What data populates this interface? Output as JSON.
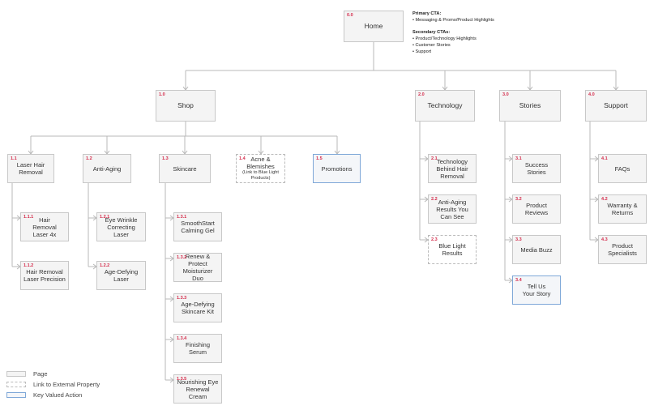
{
  "nodes": {
    "home": {
      "num": "0.0",
      "label": "Home"
    },
    "shop": {
      "num": "1.0",
      "label": "Shop"
    },
    "technology": {
      "num": "2.0",
      "label": "Technology"
    },
    "stories": {
      "num": "3.0",
      "label": "Stories"
    },
    "support": {
      "num": "4.0",
      "label": "Support"
    },
    "n1_1": {
      "num": "1.1",
      "label": "Laser Hair\nRemoval"
    },
    "n1_2": {
      "num": "1.2",
      "label": "Anti-Aging"
    },
    "n1_3": {
      "num": "1.3",
      "label": "Skincare"
    },
    "n1_4": {
      "num": "1.4",
      "label": "Acne &\nBlemishes",
      "sublabel": "(Link to Blue Light\nProducts)"
    },
    "n1_5": {
      "num": "1.5",
      "label": "Promotions"
    },
    "n1_1_1": {
      "num": "1.1.1",
      "label": "Hair\nRemoval\nLaser 4x"
    },
    "n1_1_2": {
      "num": "1.1.2",
      "label": "Hair Removal\nLaser Precision"
    },
    "n1_2_1": {
      "num": "1.2.1",
      "label": "Eye Wrinkle\nCorrecting Laser"
    },
    "n1_2_2": {
      "num": "1.2.2",
      "label": "Age-Defying\nLaser"
    },
    "n1_3_1": {
      "num": "1.3.1",
      "label": "SmoothStart\nCalming Gel"
    },
    "n1_3_2": {
      "num": "1.3.2",
      "label": "Renew & Protect\nMoisturizer Duo"
    },
    "n1_3_3": {
      "num": "1.3.3",
      "label": "Age-Defying\nSkincare Kit"
    },
    "n1_3_4": {
      "num": "1.3.4",
      "label": "Finishing Serum"
    },
    "n1_3_5": {
      "num": "1.3.5",
      "label": "Nourishing Eye\nRenewal Cream"
    },
    "n2_1": {
      "num": "2.1",
      "label": "Technology\nBehind Hair\nRemoval"
    },
    "n2_2": {
      "num": "2.2",
      "label": "Anti-Aging\nResults You\nCan See"
    },
    "n2_3": {
      "num": "2.3",
      "label": "Blue Light\nResults"
    },
    "n3_1": {
      "num": "3.1",
      "label": "Success\nStories"
    },
    "n3_2": {
      "num": "3.2",
      "label": "Product\nReviews"
    },
    "n3_3": {
      "num": "3.3",
      "label": "Media Buzz"
    },
    "n3_4": {
      "num": "3.4",
      "label": "Tell Us\nYour Story"
    },
    "n4_1": {
      "num": "4.1",
      "label": "FAQs"
    },
    "n4_2": {
      "num": "4.2",
      "label": "Warranty &\nReturns"
    },
    "n4_3": {
      "num": "4.3",
      "label": "Product\nSpecialists"
    }
  },
  "cta": {
    "primary_heading": "Primary CTA:",
    "primary_items": [
      "Messaging & Promo/Product Highlights"
    ],
    "secondary_heading": "Secondary CTAs:",
    "secondary_items": [
      "Product/Technology Highlights",
      "Customer Stories",
      "Support"
    ]
  },
  "legend": {
    "page": "Page",
    "external": "Link to External Property",
    "key_action": "Key Valued Action"
  },
  "colors": {
    "number": "#d42a4a",
    "key_action_border": "#7fa8d8",
    "connector": "#b8b8b8"
  }
}
